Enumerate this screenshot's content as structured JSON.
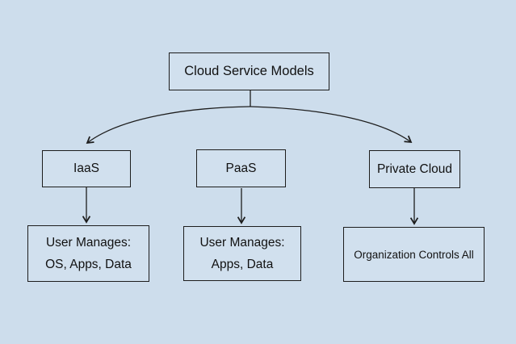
{
  "diagram": {
    "title": "Cloud Service Models",
    "colors": {
      "background": "#cdddec",
      "node_fill": "#d1e0ee",
      "node_border": "#1d1d1d",
      "line": "#1d1d1d"
    },
    "nodes": {
      "root": {
        "label": "Cloud Service Models"
      },
      "iaas": {
        "label": "IaaS"
      },
      "paas": {
        "label": "PaaS"
      },
      "private_cloud": {
        "label": "Private Cloud"
      },
      "iaas_detail": {
        "label": "User Manages:\nOS, Apps, Data"
      },
      "paas_detail": {
        "label": "User Manages:\nApps, Data"
      },
      "private_cloud_detail": {
        "label": "Organization Controls All"
      }
    },
    "edges": [
      {
        "from": "root",
        "to": "iaas",
        "style": "curved-arrow"
      },
      {
        "from": "root",
        "to": "private_cloud",
        "style": "curved-arrow"
      },
      {
        "from": "iaas",
        "to": "iaas_detail",
        "style": "straight-arrow"
      },
      {
        "from": "paas",
        "to": "paas_detail",
        "style": "straight-arrow"
      },
      {
        "from": "private_cloud",
        "to": "private_cloud_detail",
        "style": "straight-arrow"
      }
    ]
  }
}
